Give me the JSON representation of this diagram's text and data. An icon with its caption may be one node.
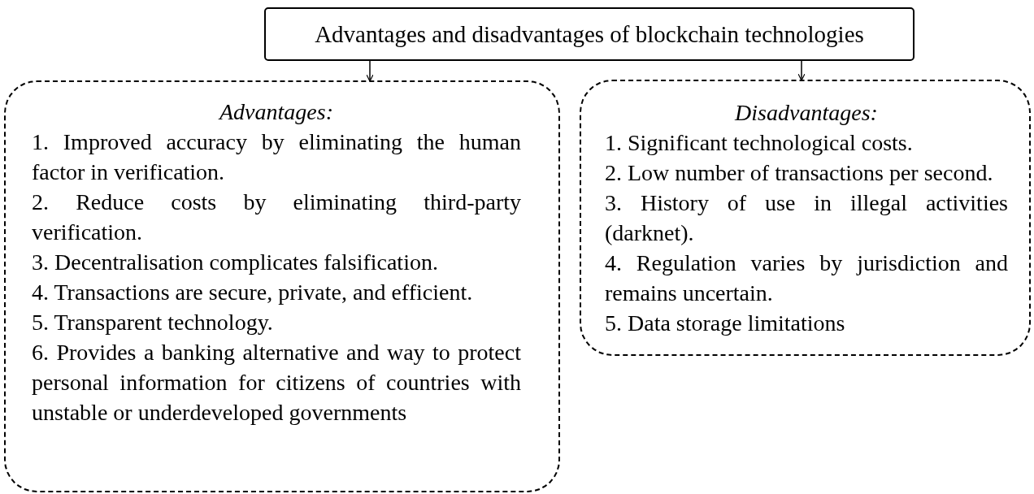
{
  "diagram": {
    "nodes": [
      {
        "text": [
          "Advantages and disadvantages of blockchain technologies"
        ]
      },
      {
        "text": [
          "Advantages:",
          "1. Improved accuracy by eliminating the human factor in verification.",
          "2. Reduce costs by eliminating third-party verification.",
          "3. Decentralisation complicates falsification.",
          "4. Transactions are secure, private, and efficient.",
          "5. Transparent technology.",
          "6. Provides a banking alternative and way to protect personal information for citizens of countries with unstable or underdeveloped governments"
        ]
      },
      {
        "text": [
          "Disadvantages:",
          "1. Significant technological costs.",
          "2. Low number of transactions per second.",
          "3. History of use in illegal activities (darknet).",
          "4. Regulation varies by jurisdiction and remains uncertain.",
          "5. Data storage limitations"
        ]
      }
    ],
    "edges": [
      {
        "from": 0,
        "to": 1,
        "arrow": "to"
      },
      {
        "from": 0,
        "to": 2,
        "arrow": "to"
      }
    ]
  }
}
